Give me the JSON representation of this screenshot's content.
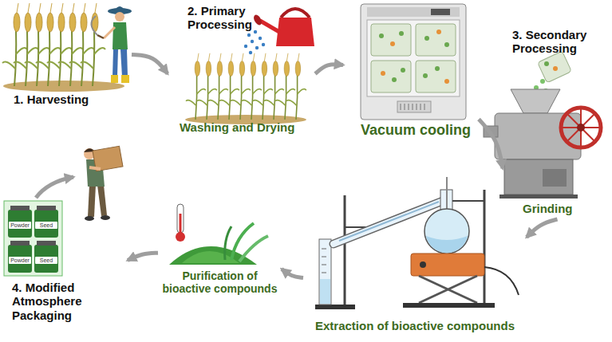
{
  "diagram": {
    "nodes": [
      {
        "text": [
          "1. Harvesting"
        ]
      },
      {
        "text": [
          "2. Primary Processing",
          "Washing and Drying"
        ]
      },
      {
        "text": [
          "Vacuum cooling"
        ]
      },
      {
        "text": [
          "3. Secondary Processing",
          "Grinding"
        ]
      },
      {
        "text": [
          "Extraction of bioactive compounds"
        ]
      },
      {
        "text": [
          "Purification of bioactive compounds"
        ]
      },
      {
        "text": [
          "4. Modified Atmosphere Packaging"
        ]
      }
    ],
    "edges": [
      {
        "from": 0,
        "to": 1,
        "arrow": "to"
      },
      {
        "from": 1,
        "to": 2,
        "arrow": "to"
      },
      {
        "from": 2,
        "to": 3,
        "arrow": "to"
      },
      {
        "from": 3,
        "to": 4,
        "arrow": "to"
      },
      {
        "from": 4,
        "to": 5,
        "arrow": "to"
      },
      {
        "from": 5,
        "to": 6,
        "arrow": "to"
      }
    ],
    "labels": [
      "Powder",
      "Seed",
      "Powder",
      "Seed"
    ]
  }
}
